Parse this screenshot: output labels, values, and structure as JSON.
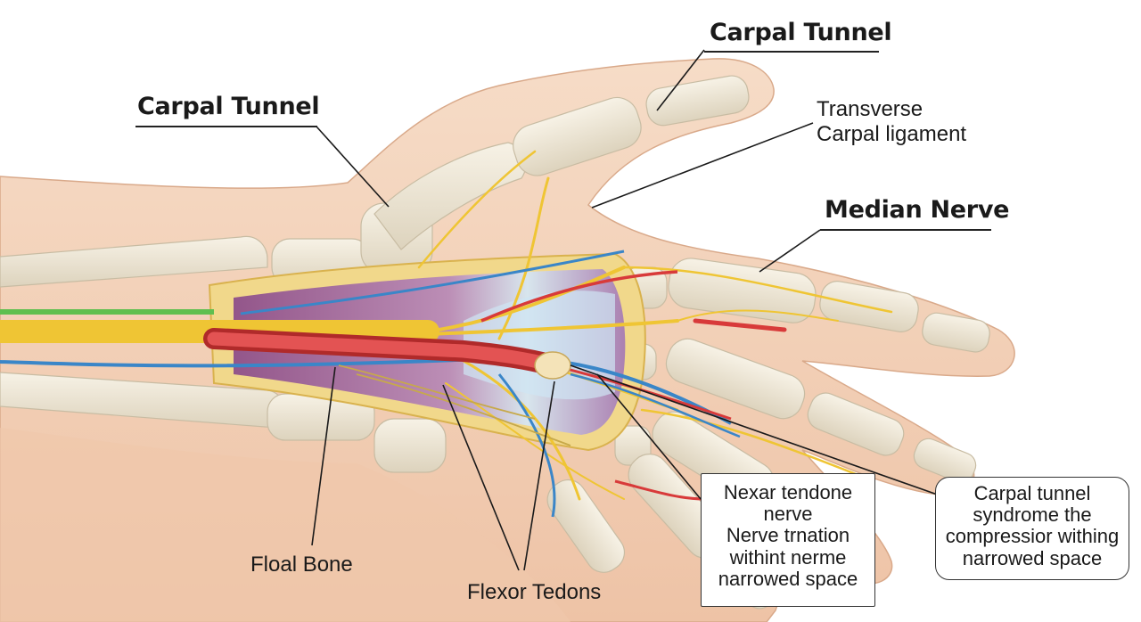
{
  "labels": {
    "carpal_tunnel_top": "Carpal Tunnel",
    "carpal_tunnel_left": "Carpal Tunnel",
    "transverse_line1": "Transverse",
    "transverse_line2": "Carpal ligament",
    "median_nerve": "Median Nerve",
    "floal_bone": "Floal Bone",
    "flexor_tedons": "Flexor Tedons"
  },
  "callout_nexar": {
    "lines": [
      "Nexar tendone",
      "nerve",
      "Nerve trnation",
      "withint nerme",
      "narrowed space"
    ]
  },
  "callout_cts": {
    "lines": [
      "Carpal tunnel",
      "syndrome the",
      "compressior withing",
      "narrowed space"
    ]
  },
  "colors": {
    "skin": "#f2cdb2",
    "bone": "#efe8d6",
    "nerve": "#f2cc32",
    "artery": "#d83a3a",
    "vein": "#3a86c8",
    "tunnel": "#a7659e"
  }
}
